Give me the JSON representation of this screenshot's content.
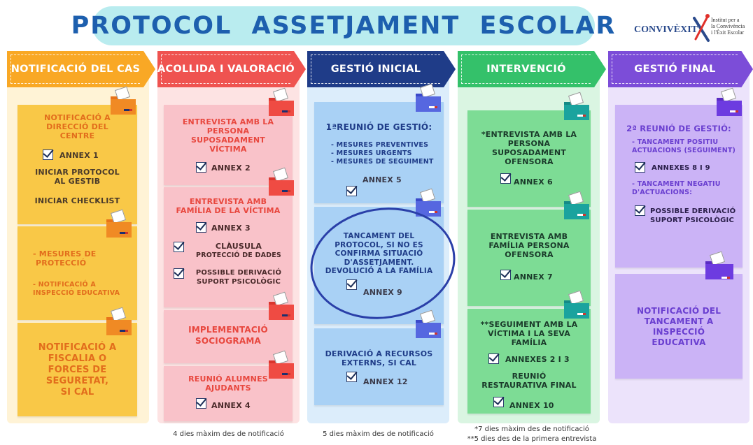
{
  "title": "PROTOCOL ASSETJAMENT ESCOLAR",
  "logo": {
    "name": "CONVIVÈXIT",
    "sub1": "Institut per a",
    "sub2": "la Convivència",
    "sub3": "i l'Èxit Escolar"
  },
  "colors": {
    "orange": "#f9a825",
    "red": "#ef5350",
    "navy": "#1f3c88",
    "green": "#34c16a",
    "purple": "#7c4dd8",
    "title": "#1d5fae"
  },
  "columns": [
    {
      "header": "NOTIFICACIÓ DEL CAS",
      "cards": [
        {
          "lines": [
            "NOTIFICACIÓ A",
            "DIRECCIÓ DEL",
            "CENTRE"
          ],
          "check1": "ANNEX 1",
          "line2": "INICIAR PROTOCOL",
          "line3": "AL GESTIB",
          "line4": "INICIAR CHECKLIST"
        },
        {
          "lines": [
            "- MESURES DE",
            "PROTECCIÓ"
          ],
          "lines2": [
            "- NOTIFICACIÓ A",
            "INSPECCIÓ EDUCATIVA"
          ]
        },
        {
          "lines": [
            "NOTIFICACIÓ A",
            "FISCALIA O",
            "FORCES DE",
            "SEGURETAT,",
            "SI CAL"
          ]
        }
      ]
    },
    {
      "header": "ACOLLIDA I VALORACIÓ",
      "cards": [
        {
          "lines": [
            "ENTREVISTA AMB LA",
            "PERSONA",
            "SUPOSADAMENT",
            "VÍCTIMA"
          ],
          "check": "ANNEX 2"
        },
        {
          "lines": [
            "ENTREVISTA AMB",
            "FAMÍLIA DE LA  VÍCTIMA"
          ],
          "check": "ANNEX 3",
          "check2a": "CLÀUSULA",
          "check2b": "PROTECCIÓ DE DADES",
          "check3a": "POSSIBLE DERIVACIÓ",
          "check3b": "SUPORT PSICOLÒGIC"
        },
        {
          "lines": [
            "IMPLEMENTACIÓ",
            "SOCIOGRAMA"
          ]
        },
        {
          "lines": [
            "REUNIÓ ALUMNES",
            "AJUDANTS"
          ],
          "check": "ANNEX 4"
        }
      ],
      "footer": "4 dies màxim des de notificació"
    },
    {
      "header": "GESTIÓ INICIAL",
      "cards": [
        {
          "title": "1ªREUNIÓ DE GESTIÓ:",
          "items": [
            "- MESURES PREVENTIVES",
            "- MESURES URGENTS",
            "- MESURES DE SEGUIMENT"
          ],
          "annex": "ANNEX 5"
        },
        {
          "lines": [
            "TANCAMENT DEL",
            "PROTOCOL,  SI NO ES",
            "CONFIRMA SITUACIÓ",
            "D'ASSETJAMENT.",
            "DEVOLUCIÓ A LA FAMÍLIA"
          ],
          "check": "ANNEX 9"
        },
        {
          "lines": [
            "DERIVACIÓ A RECURSOS",
            "EXTERNS, SI CAL"
          ],
          "check": "ANNEX 12"
        }
      ],
      "footer": "5 dies màxim des de notificació"
    },
    {
      "header": "INTERVENCIÓ",
      "cards": [
        {
          "lines": [
            "*ENTREVISTA AMB LA",
            "PERSONA",
            "SUPOSADAMENT",
            "OFENSORA"
          ],
          "check": "ANNEX 6"
        },
        {
          "lines": [
            "ENTREVISTA AMB",
            "FAMÍLIA PERSONA",
            "OFENSORA"
          ],
          "check": "ANNEX 7"
        },
        {
          "lines": [
            "**SEGUIMENT AMB LA",
            "VÍCTIMA I LA SEVA",
            "FAMÍLIA"
          ],
          "check": "ANNEXES 2 I 3",
          "line2": "REUNIÓ",
          "line3": "RESTAURATIVA FINAL",
          "check2": "ANNEX 10"
        }
      ],
      "footer1": "*7 dies màxim des de notificació",
      "footer2": "**5 dies des de la primera entrevista"
    },
    {
      "header": "GESTIÓ FINAL",
      "cards": [
        {
          "title": "2ª REUNIÓ DE GESTIÓ:",
          "sub1a": "- TANCAMENT POSITIU",
          "sub1b": "ACTUACIONS (SEGUIMENT)",
          "check": "ANNEXES 8 I 9",
          "sub2a": "- TANCAMENT NEGATIU",
          "sub2b": "D'ACTUACIONS:",
          "check2a": "POSSIBLE DERIVACIÓ",
          "check2b": "SUPORT PSICOLÒGIC"
        },
        {
          "lines": [
            "NOTIFICACIÓ DEL",
            "TANCAMENT A",
            "INSPECCIÓ",
            "EDUCATIVA"
          ]
        }
      ]
    }
  ]
}
